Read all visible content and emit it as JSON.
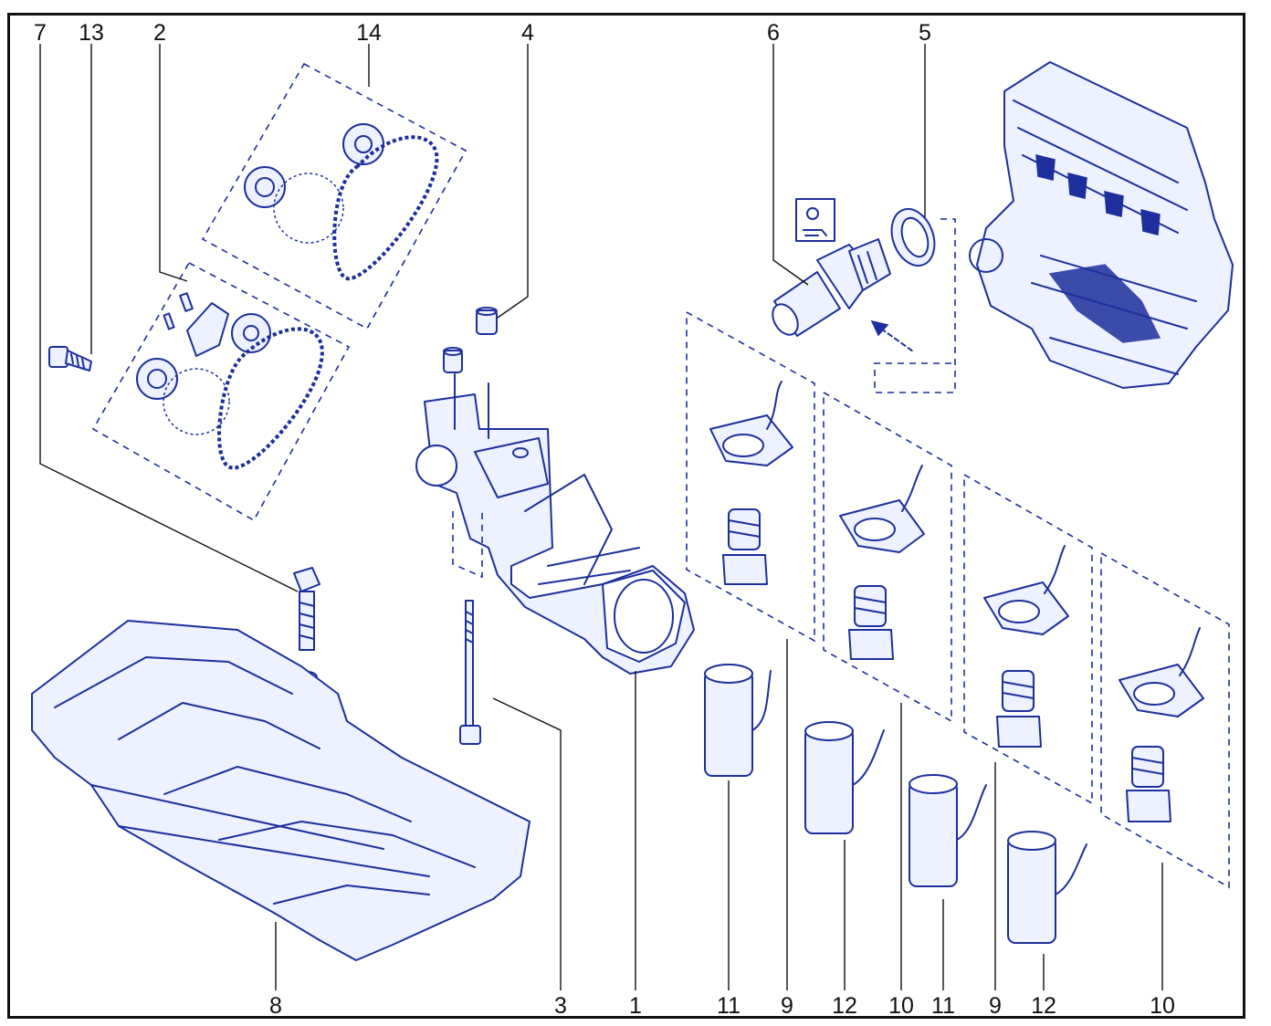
{
  "diagram": {
    "callouts": {
      "c7": "7",
      "c13": "13",
      "c2": "2",
      "c14": "14",
      "c4": "4",
      "c6": "6",
      "c5": "5",
      "c8": "8",
      "c3": "3",
      "c1": "1",
      "c11a": "11",
      "c9a": "9",
      "c12a": "12",
      "c10a": "10",
      "c11b": "11",
      "c9b": "9",
      "c12b": "12",
      "c10b": "10"
    },
    "parts": {
      "sensor_icon": "oil-pressure-warning-icon",
      "colors": {
        "ink": "#1c2f9c",
        "fill": "#eef1ff",
        "frame": "#111111"
      }
    }
  }
}
